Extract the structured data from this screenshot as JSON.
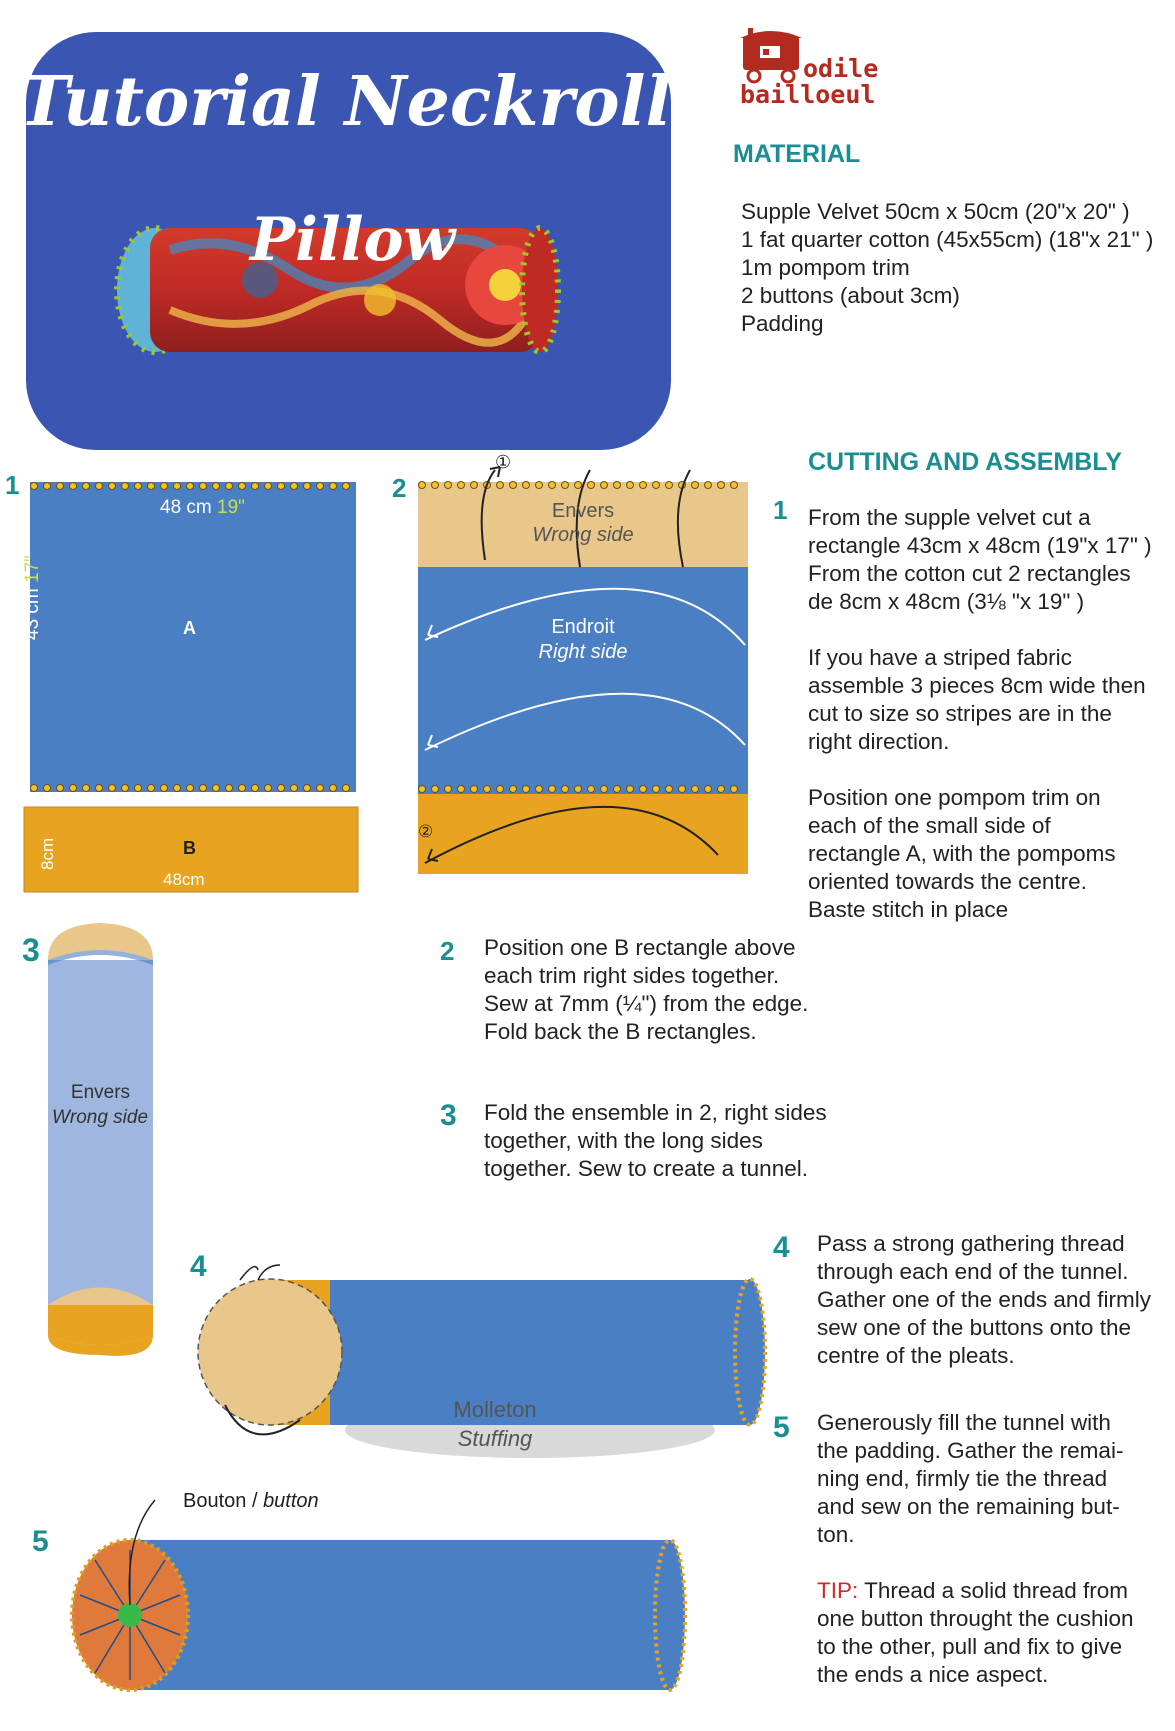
{
  "banner": {
    "title_line1": "Tutorial Neckroll",
    "title_line2": "Pillow"
  },
  "logo": {
    "line1": "odile",
    "line2": "bailloeul"
  },
  "material": {
    "heading": "MATERIAL",
    "items": [
      "Supple Velvet 50cm x 50cm (20\"x 20\" )",
      "1 fat quarter cotton (45x55cm) (18\"x 21\" )",
      "1m pompom trim",
      "2 buttons (about 3cm)",
      "Padding"
    ]
  },
  "cutting": {
    "heading": "CUTTING AND ASSEMBLY",
    "step1_num": "1",
    "step1_lines": [
      "From the supple velvet cut a",
      "rectangle 43cm x 48cm (19\"x 17\" )",
      "From the cotton cut 2 rectangles",
      "de 8cm x 48cm (3⅛ \"x 19\" )"
    ],
    "step1b_lines": [
      "If you have a striped fabric",
      "assemble 3 pieces 8cm wide then",
      "cut to size so stripes are in the",
      "right direction."
    ],
    "step1c_lines": [
      "Position one pompom trim on",
      "each of the small side of",
      "rectangle A, with the pompoms",
      "oriented towards the centre.",
      "Baste stitch in place"
    ],
    "step2_num": "2",
    "step2_lines": [
      "Position one B rectangle above",
      "each trim right sides together.",
      "Sew at 7mm (¼\") from the edge.",
      "Fold back the B rectangles."
    ],
    "step3_num": "3",
    "step3_lines": [
      "Fold the ensemble in 2, right sides",
      "together,  with the long sides",
      "together.  Sew to create a tunnel."
    ],
    "step4_num": "4",
    "step4_lines": [
      "Pass a strong gathering thread",
      "through each end of the tunnel.",
      "Gather one of the ends and firmly",
      "sew one of the buttons onto the",
      "centre of the pleats."
    ],
    "step5_num": "5",
    "step5_lines": [
      "Generously fill the tunnel with",
      "the padding.  Gather the remai-",
      "ning end, firmly tie the thread",
      "and sew on the remaining but-",
      "ton."
    ],
    "tip_label": "TIP:",
    "tip_lines": [
      " Thread a solid thread from",
      "one button throught the cushion",
      "to the other, pull and fix to give",
      "the ends a nice aspect."
    ]
  },
  "diagrams": {
    "d1": {
      "num": "1",
      "width_label": "48 cm",
      "width_in": "19\"",
      "height_label": "43 cm",
      "height_in": "17\"",
      "a": "A",
      "b": "B",
      "b_width": "48cm",
      "b_height": "8cm"
    },
    "d2": {
      "num": "2",
      "envers": "Envers",
      "wrong": "Wrong side",
      "endroit": "Endroit",
      "right": "Right side",
      "c1": "①",
      "c2": "②"
    },
    "d3": {
      "num": "3",
      "envers": "Envers",
      "wrong": "Wrong side"
    },
    "d4": {
      "num": "4",
      "molleton": "Molleton",
      "stuffing": "Stuffing"
    },
    "d5": {
      "num": "5",
      "bouton": "Bouton / ",
      "button": "button"
    }
  },
  "colors": {
    "blue": "#4a7fc3",
    "tan": "#e9c689",
    "orange": "#e8a420",
    "teal": "#1a8f93",
    "banner": "#3b55b2",
    "logo_red": "#b32a1f"
  }
}
